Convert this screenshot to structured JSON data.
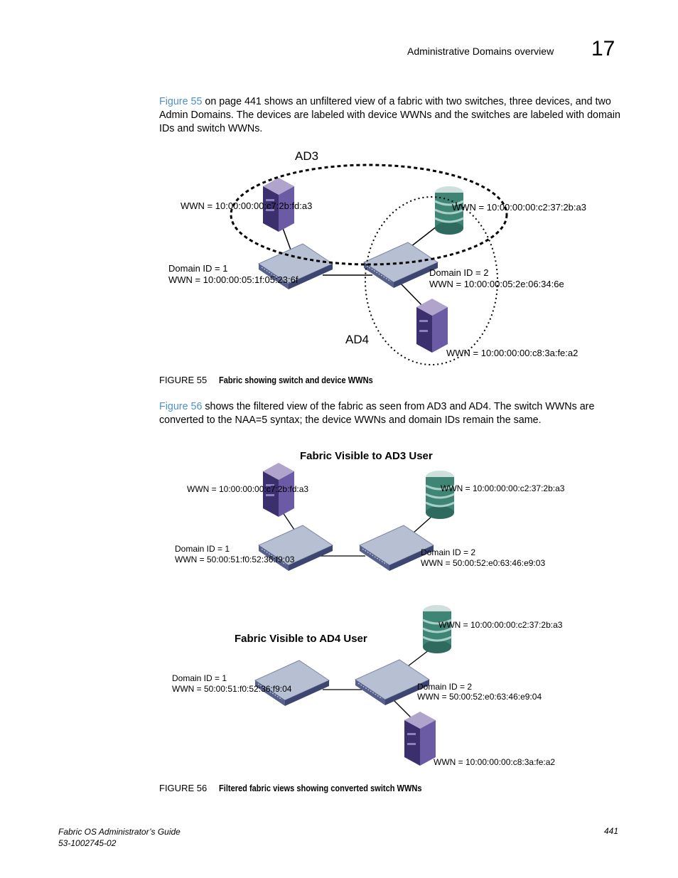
{
  "header": {
    "section_title": "Administrative Domains overview",
    "chapter_number": "17"
  },
  "para1": {
    "link": "Figure 55",
    "text": " on page 441 shows an unfiltered view of a fabric with two switches, three devices, and two Admin Domains. The devices are labeled with device WWNs and the switches are labeled with domain IDs and switch WWNs."
  },
  "fig55": {
    "ad3_label": "AD3",
    "ad4_label": "AD4",
    "dev1_wwn": "WWN = 10:00:00:00:c7:2b:fd:a3",
    "dev2_wwn": "WWN = 10:00:00:00:c2:37:2b:a3",
    "dev3_wwn": "WWN = 10:00:00:00:c8:3a:fe:a2",
    "sw1_domain": "Domain ID = 1",
    "sw1_wwn": "WWN = 10:00:00:05:1f:05:23:6f",
    "sw2_domain": "Domain ID = 2",
    "sw2_wwn": "WWN = 10:00:00:05:2e:06:34:6e",
    "caption_label": "FIGURE 55",
    "caption_text": "Fabric showing switch and device WWNs"
  },
  "para2": {
    "link": "Figure 56",
    "text": " shows the filtered view of the fabric as seen from AD3 and AD4. The switch WWNs are converted to the NAA=5 syntax; the device WWNs and domain IDs remain the same."
  },
  "fig56": {
    "ad3_title": "Fabric Visible to AD3 User",
    "ad3_dev1_wwn": "WWN = 10:00:00:00:c7:2b:fd:a3",
    "ad3_dev2_wwn": "WWN = 10:00:00:00:c2:37:2b:a3",
    "ad3_sw1_domain": "Domain ID = 1",
    "ad3_sw1_wwn": "WWN = 50:00:51:f0:52:36:f9:03",
    "ad3_sw2_domain": "Domain ID = 2",
    "ad3_sw2_wwn": "WWN = 50:00:52:e0:63:46:e9:03",
    "ad4_title": "Fabric Visible to AD4 User",
    "ad4_dev2_wwn": "WWN = 10:00:00:00:c2:37:2b:a3",
    "ad4_sw1_domain": "Domain ID = 1",
    "ad4_sw1_wwn": "WWN = 50:00:51:f0:52:36:f9:04",
    "ad4_sw2_domain": "Domain ID = 2",
    "ad4_sw2_wwn": "WWN = 50:00:52:e0:63:46:e9:04",
    "ad4_dev3_wwn": "WWN = 10:00:00:00:c8:3a:fe:a2",
    "caption_label": "FIGURE 56",
    "caption_text": "Filtered fabric views showing converted switch WWNs"
  },
  "footer": {
    "book_title": "Fabric OS Administrator’s Guide",
    "doc_number": "53-1002745-02",
    "page_number": "441"
  }
}
